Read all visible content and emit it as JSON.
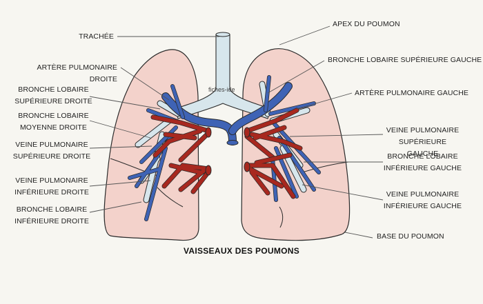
{
  "title": "VAISSEAUX DES POUMONS",
  "watermark": "fiches-ide",
  "labels": {
    "trachea": "TRACHÉE",
    "apex": "APEX DU POUMON",
    "right_pulmonary_artery": "ARTÈRE PULMONAIRE DROITE",
    "right_upper_lobar_bronchus": "BRONCHE LOBAIRE\nSUPÉRIEURE DROITE",
    "right_middle_lobar_bronchus": "BRONCHE LOBAIRE\nMOYENNE DROITE",
    "right_upper_pulmonary_vein": "VEINE PULMONAIRE\nSUPÉRIEURE DROITE",
    "right_lower_pulmonary_vein": "VEINE PULMONAIRE\nINFÉRIEURE DROITE",
    "right_lower_lobar_bronchus": "BRONCHE LOBAIRE\nINFÉRIEURE DROITE",
    "left_upper_lobar_bronchus": "BRONCHE LOBAIRE SUPÉRIEURE GAUCHE",
    "left_pulmonary_artery": "ARTÈRE PULMONAIRE GAUCHE",
    "left_upper_pulmonary_vein": "VEINE PULMONAIRE\nSUPÉRIEURE GAUCHE",
    "left_lower_lobar_bronchus": "BRONCHE LOBAIRE\nINFÉRIEURE GAUCHE",
    "left_lower_pulmonary_vein": "VEINE PULMONAIRE\nINFÉRIEURE GAUCHE",
    "base": "BASE DU POUMON"
  },
  "colors": {
    "background": "#f7f6f1",
    "lung_fill": "#f3d2cb",
    "airway": "#d7e6ec",
    "artery_blue": "#3f63b5",
    "vein_red": "#a8281f",
    "outline": "#2a2a2a"
  }
}
